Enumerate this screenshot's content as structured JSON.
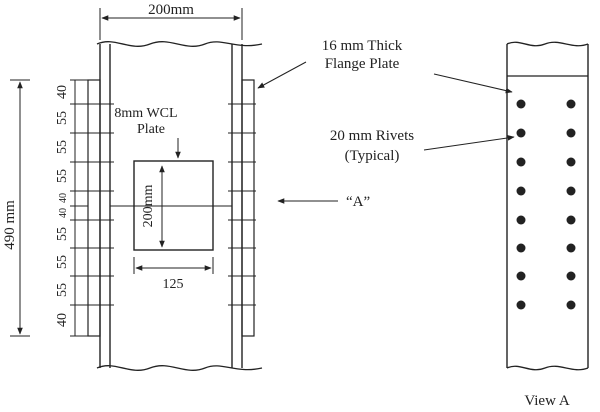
{
  "dimensions": {
    "width_label": "200mm",
    "height_label": "490 mm",
    "rivet_spacings": [
      "40",
      "55",
      "55",
      "55",
      "40",
      "40",
      "55",
      "55",
      "55",
      "40"
    ],
    "window_height_label": "200mm",
    "window_width_label": "125"
  },
  "labels": {
    "wcl_plate_line1": "8mm WCL",
    "wcl_plate_line2": "Plate",
    "flange_plate_line1": "16 mm Thick",
    "flange_plate_line2": "Flange Plate",
    "rivets_line1": "20 mm Rivets",
    "rivets_line2": "(Typical)",
    "section_marker": "“A”",
    "view_caption": "View A"
  },
  "colors": {
    "ink": "#222222"
  }
}
